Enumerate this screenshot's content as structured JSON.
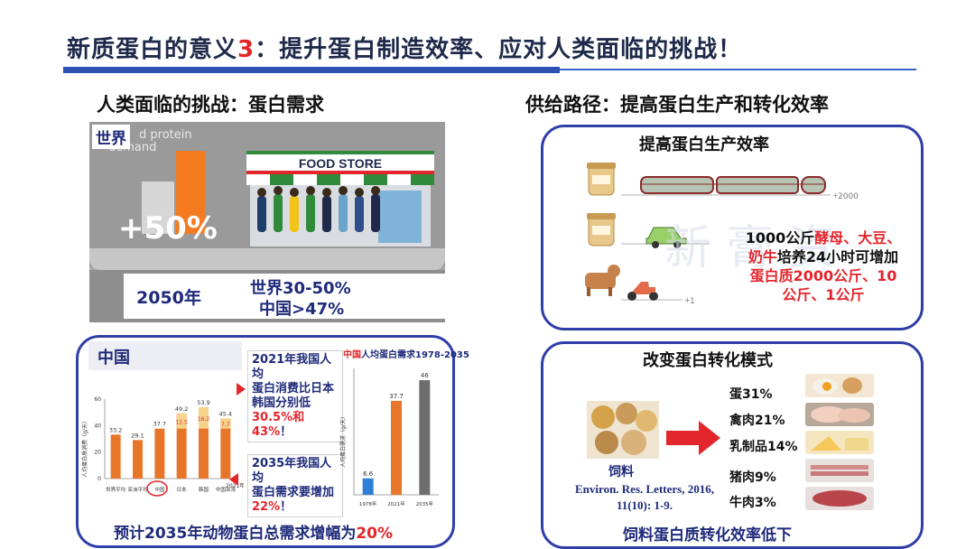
{
  "slide": {
    "title_prefix": "新质蛋白的意义",
    "title_number": "3",
    "title_suffix": "：提升蛋白制造效率、应对人类面临的挑战！"
  },
  "left": {
    "heading": "人类面临的挑战：蛋白需求",
    "world": {
      "label": "世界",
      "ghost_text_1": "d protein",
      "ghost_text_2": "demand",
      "percent": "+50%",
      "store_sign": "FOOD STORE",
      "year": "2050年",
      "world_range": "世界30-50%",
      "china_value": "中国>47%"
    },
    "china": {
      "label": "中国",
      "bar_chart": {
        "categories": [
          "世界平均",
          "亚洲平均",
          "中国",
          "日本",
          "韩国",
          "中国台湾"
        ],
        "totals": [
          "33.2",
          "29.1",
          "37.7",
          "49.2",
          "53.9",
          "45.4"
        ],
        "inner_values": [
          "",
          "",
          "",
          "11.5",
          "16.2",
          "7.7"
        ],
        "total_nums": [
          33.2,
          29.1,
          37.7,
          49.2,
          53.9,
          45.4
        ],
        "inner_nums": [
          0,
          0,
          0,
          11.5,
          16.2,
          7.7
        ],
        "y_ticks": [
          "60",
          "40",
          "20",
          "0"
        ],
        "ylim": [
          0,
          60
        ],
        "ylabel": "人均蛋白质消费（g/天）",
        "year_note": "2021年"
      },
      "note1_lines": [
        "2021年我国人均",
        "蛋白消费比日本",
        "韩国分别低"
      ],
      "note1_red": "30.5%和43%",
      "note1_end": "！",
      "note2_lines": [
        "2035年我国人均",
        "蛋白需求要增加"
      ],
      "note2_red": "22%",
      "note2_end": "！",
      "trend_chart": {
        "title_red": "中国",
        "title_rest": "人均蛋白需求1978-2035",
        "categories": [
          "1978年",
          "2021年",
          "2035年"
        ],
        "labels": [
          "6.6",
          "37.7",
          "46"
        ],
        "values": [
          6.6,
          37.7,
          46
        ],
        "colors": [
          "#2f7fd8",
          "#e8762a",
          "#6e6e6e"
        ],
        "ylim": [
          0,
          50
        ],
        "ylabel": "人均蛋白需求（g/天）"
      },
      "footer_prefix": "预计2035年动物蛋白总需求增幅为",
      "footer_red": "20%"
    }
  },
  "right": {
    "heading": "供给路径：提高蛋白生产和转化效率",
    "production": {
      "title": "提高蛋白生产效率",
      "rows": [
        {
          "icon": "yeast-jar-icon",
          "vehicle": "train-icon",
          "scale": "2000"
        },
        {
          "icon": "soybean-jar-icon",
          "vehicle": "car-icon",
          "scale": ""
        },
        {
          "icon": "cow-icon",
          "vehicle": "scooter-icon",
          "scale": "1"
        }
      ],
      "text_l1": "1000公斤",
      "text_red1": "酵母、大豆、",
      "text_red2": "奶牛",
      "text_l2": "培养24小时可增加",
      "text_red3": "蛋白质2000公斤、10",
      "text_red4": "公斤、1公斤"
    },
    "conversion": {
      "title": "改变蛋白转化模式",
      "feed_label": "饲料",
      "citation": "Environ. Res. Letters, 2016, 11(10): 1-9.",
      "items": [
        "蛋31%",
        "禽肉21%",
        "乳制品14%",
        "猪肉9%",
        "牛肉3%"
      ],
      "footer": "饲料蛋白质转化效率低下"
    }
  },
  "colors": {
    "accent_blue": "#2f3fa8",
    "accent_red": "#e3262c",
    "orange": "#f47b20",
    "navy_text": "#1f2a7a"
  }
}
